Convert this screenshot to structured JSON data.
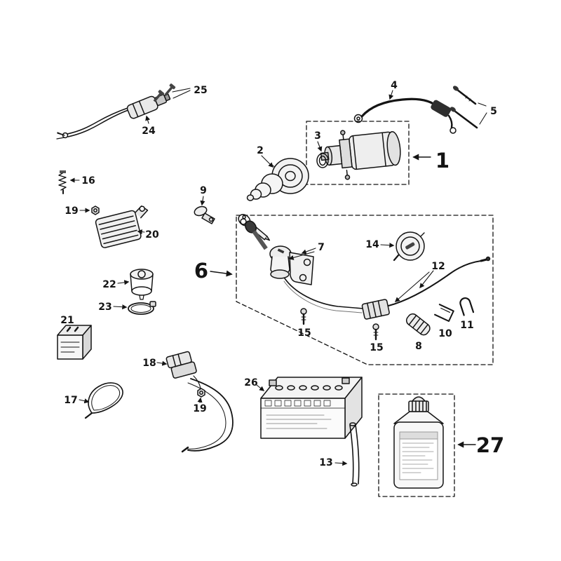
{
  "figure": {
    "type": "exploded-parts-diagram",
    "background": "#ffffff",
    "line_color": "#141414"
  },
  "callouts": {
    "n1": "1",
    "n2": "2",
    "n3": "3",
    "n4": "4",
    "n5": "5",
    "n6": "6",
    "n7": "7",
    "n8": "8",
    "n9": "9",
    "n10": "10",
    "n11": "11",
    "n12": "12",
    "n13": "13",
    "n14": "14",
    "n15a": "15",
    "n15b": "15",
    "n16": "16",
    "n17": "17",
    "n18": "18",
    "n19a": "19",
    "n19b": "19",
    "n20": "20",
    "n21": "21",
    "n22": "22",
    "n23": "23",
    "n24": "24",
    "n25": "25",
    "n26": "26",
    "n27": "27"
  }
}
